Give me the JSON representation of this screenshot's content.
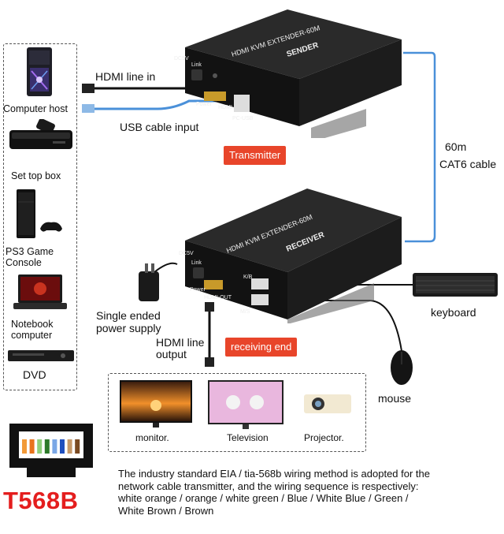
{
  "devices": [
    {
      "key": "computer_host",
      "label": "Computer host"
    },
    {
      "key": "set_top_box",
      "label": "Set top box"
    },
    {
      "key": "ps3",
      "label_line1": "PS3 Game",
      "label_line2": "Console"
    },
    {
      "key": "notebook",
      "label_line1": "Notebook",
      "label_line2": "computer"
    },
    {
      "key": "dvd",
      "label": "DVD"
    }
  ],
  "sender": {
    "title": "HDMI KVM EXTENDER-60M",
    "subtitle": "SENDER",
    "port_dc": "DC5V",
    "port_link": "Link",
    "port_power": "Power",
    "port_hdmi": "HDMI",
    "port_usb": "PC-USB",
    "tag": "Transmitter"
  },
  "receiver": {
    "title": "HDMI KVM EXTENDER-60M",
    "subtitle": "RECEIVER",
    "port_dc": "DC5V",
    "port_link": "Link",
    "port_power": "Power",
    "port_hdmi": "HDMI-OUT",
    "port_kb": "K/B",
    "port_ms": "M/S",
    "tag": "receiving end"
  },
  "labels": {
    "hdmi_in": "HDMI line in",
    "usb_input": "USB cable input",
    "cable_line1": "60m",
    "cable_line2": "CAT6 cable",
    "power_line1": "Single ended",
    "power_line2": "power supply",
    "hdmi_out_line1": "HDMI line",
    "hdmi_out_line2": "output",
    "keyboard": "keyboard",
    "mouse": "mouse"
  },
  "displays": [
    {
      "key": "monitor",
      "label": "monitor."
    },
    {
      "key": "television",
      "label": "Television"
    },
    {
      "key": "projector",
      "label": "Projector."
    }
  ],
  "standard": {
    "caption": "T568B",
    "note_lines": [
      "The industry standard EIA / tia-568b wiring method is adopted for the",
      "network cable transmitter, and the wiring sequence is respectively:",
      "white orange / orange / white green / Blue / White Blue / Green /",
      "White Brown / Brown"
    ],
    "wire_colors": [
      "#f29a38",
      "#e8731c",
      "#8fcf7a",
      "#2d7a2a",
      "#7aa7e6",
      "#1f4fbf",
      "#c79a6a",
      "#7a4a22"
    ]
  },
  "colors": {
    "accent": "#e8452a",
    "caption_red": "#e41e1e",
    "cable_blue": "#4a90d9",
    "metal": "#1b1b1b"
  }
}
